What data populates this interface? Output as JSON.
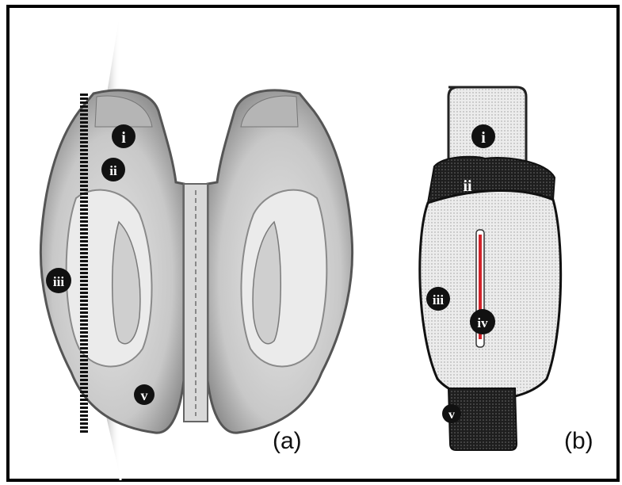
{
  "panels": [
    {
      "id": "a",
      "label": "(a)",
      "markers": [
        "i",
        "ii",
        "iii",
        "v"
      ]
    },
    {
      "id": "b",
      "label": "(b)",
      "markers": [
        "i",
        "ii",
        "iii",
        "iv",
        "v"
      ]
    }
  ],
  "colors": {
    "frame": "#000000",
    "tissue_fill": "#d4d4d4",
    "tissue_stroke": "#555555",
    "marker_fill": "#111111",
    "marker_text": "#ffffff",
    "schematic_light": "#e6e6e6",
    "schematic_dark": "#1e1e1e",
    "ventricle_red": "#d2232a"
  }
}
